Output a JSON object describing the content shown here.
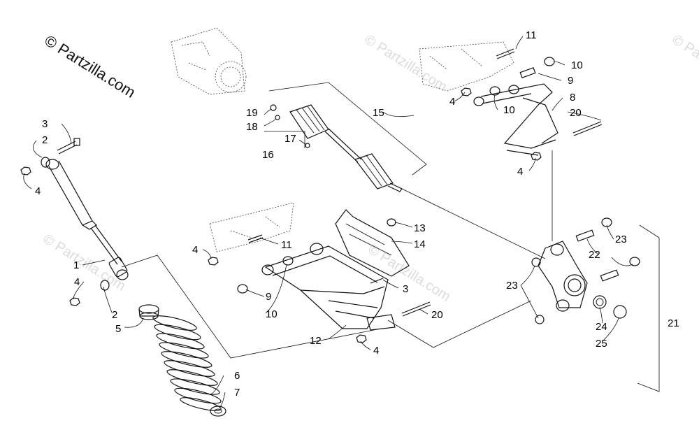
{
  "copyright": "© Partzilla.com",
  "watermarks": [
    "© Partzilla.com",
    "© Partzilla.com",
    "© Partzilla.com",
    "© Partzilla.com"
  ],
  "labels": {
    "l1": "1",
    "l2a": "2",
    "l2b": "2",
    "l3a": "3",
    "l3b": "3",
    "l4a": "4",
    "l4b": "4",
    "l4c": "4",
    "l4d": "4",
    "l4e": "4",
    "l4f": "4",
    "l5": "5",
    "l6": "6",
    "l7": "7",
    "l8": "8",
    "l9a": "9",
    "l9b": "9",
    "l10a": "10",
    "l10b": "10",
    "l10c": "10",
    "l11a": "11",
    "l11b": "11",
    "l12": "12",
    "l13": "13",
    "l14": "14",
    "l15": "15",
    "l16": "16",
    "l17": "17",
    "l18": "18",
    "l19": "19",
    "l20a": "20",
    "l20b": "20",
    "l21": "21",
    "l22": "22",
    "l23a": "23",
    "l23b": "23",
    "l24": "24",
    "l25": "25"
  }
}
